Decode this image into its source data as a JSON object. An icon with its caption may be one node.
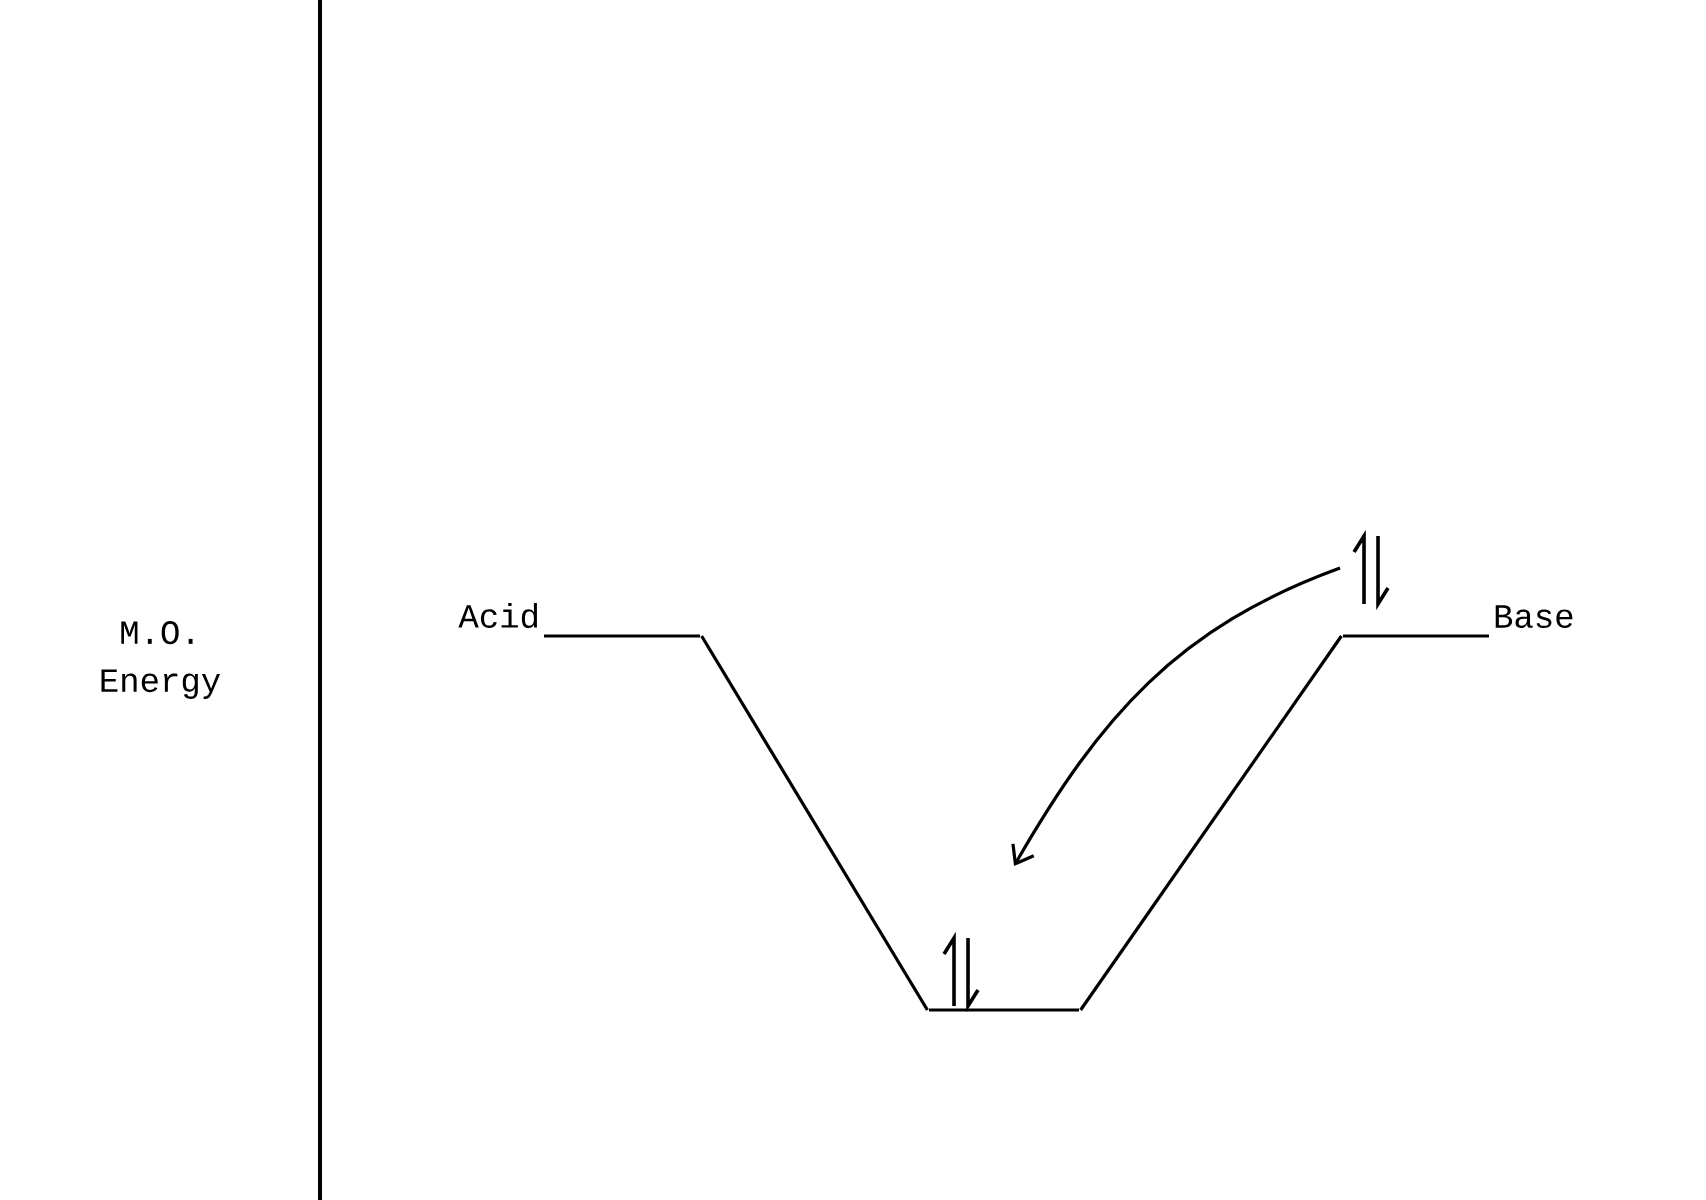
{
  "diagram": {
    "nodes": [
      {
        "text": [],
        "shape": "bar",
        "beside": [
          "Acid"
        ]
      },
      {
        "text": [],
        "shape": "bar",
        "beside": [
          "Base"
        ]
      },
      {
        "text": [],
        "shape": "bar"
      }
    ],
    "edges": [
      {
        "from": 0,
        "to": 2,
        "arrow": "none"
      },
      {
        "from": 1,
        "to": 2,
        "arrow": "none"
      },
      {
        "from": 1,
        "to": 2,
        "arrow": "to"
      }
    ],
    "labels": [
      "M.O. Energy"
    ]
  }
}
